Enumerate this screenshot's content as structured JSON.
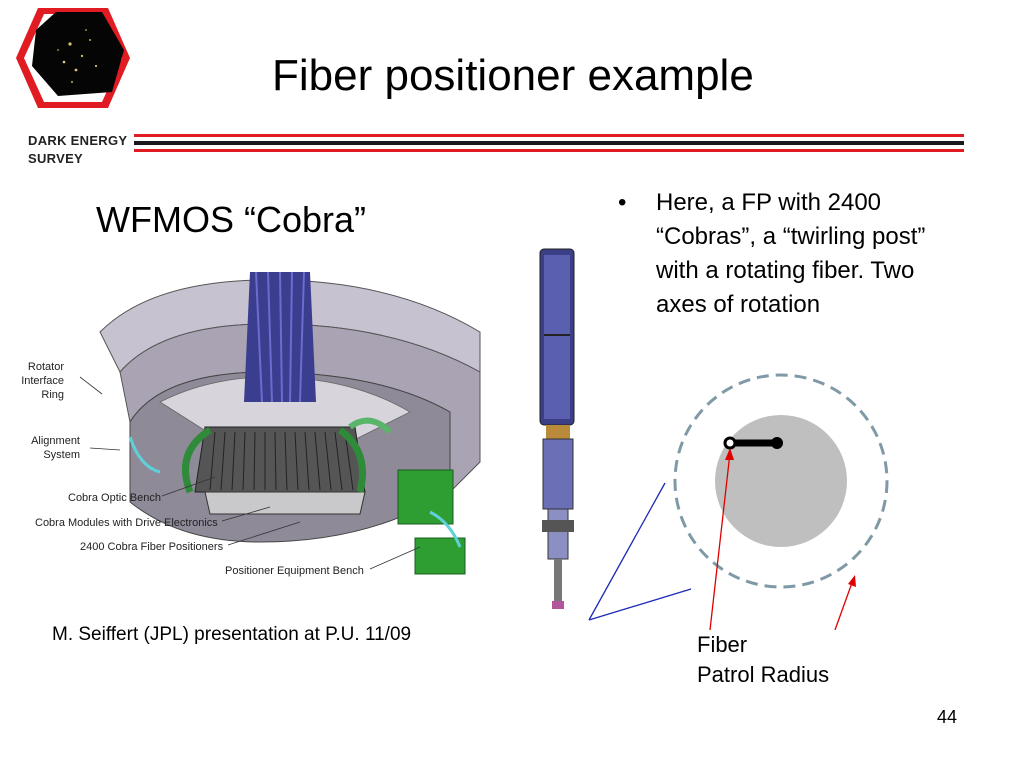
{
  "header": {
    "logo_text_line1": "DARK ENERGY",
    "logo_text_line2": "SURVEY",
    "title": "Fiber positioner example",
    "accent_red": "#e11b22",
    "accent_dark": "#1a1a1a"
  },
  "main": {
    "subtitle": "WFMOS “Cobra”",
    "bullet_marker": "•",
    "bullet_text": "Here, a FP with 2400 “Cobras”, a “twirling post” with a rotating fiber. Two axes of rotation",
    "credit": "M. Seiffert (JPL) presentation at P.U. 11/09",
    "callouts": {
      "rotator": [
        "Rotator",
        "Interface",
        "Ring"
      ],
      "alignment": [
        "Alignment",
        "System"
      ],
      "optic_bench": "Cobra Optic Bench",
      "modules": "Cobra Modules with Drive Electronics",
      "positioners": "2400 Cobra Fiber Positioners",
      "equipment_bench": "Positioner Equipment Bench"
    },
    "diagram_labels": {
      "fiber": "Fiber",
      "patrol_radius": "Patrol Radius"
    }
  },
  "footer": {
    "page_number": "44"
  }
}
